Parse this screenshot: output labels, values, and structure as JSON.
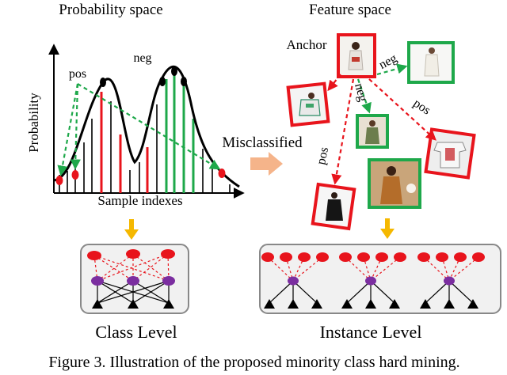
{
  "left_panel": {
    "title": "Probability space",
    "y_label": "Probability",
    "x_label": "Sample indexes",
    "pos_label": "pos",
    "neg_label": "neg",
    "class_level_label": "Class Level"
  },
  "middle": {
    "misclassified_label": "Misclassified"
  },
  "right_panel": {
    "title": "Feature space",
    "anchor_label": "Anchor",
    "edge_labels": {
      "neg_1": "neg",
      "neg_2": "neg",
      "pos_1": "pos",
      "pos_2": "pos"
    },
    "instance_level_label": "Instance Level"
  },
  "caption": "Figure 3. Illustration of the proposed minority class hard mining.",
  "colors": {
    "red": "#e8141c",
    "green": "#1ea84a",
    "purple": "#7b2ea0",
    "orange": "#f5b800",
    "salmon": "#f5b48a",
    "box_border": "#888888",
    "box_fill": "#f1f1f1"
  }
}
